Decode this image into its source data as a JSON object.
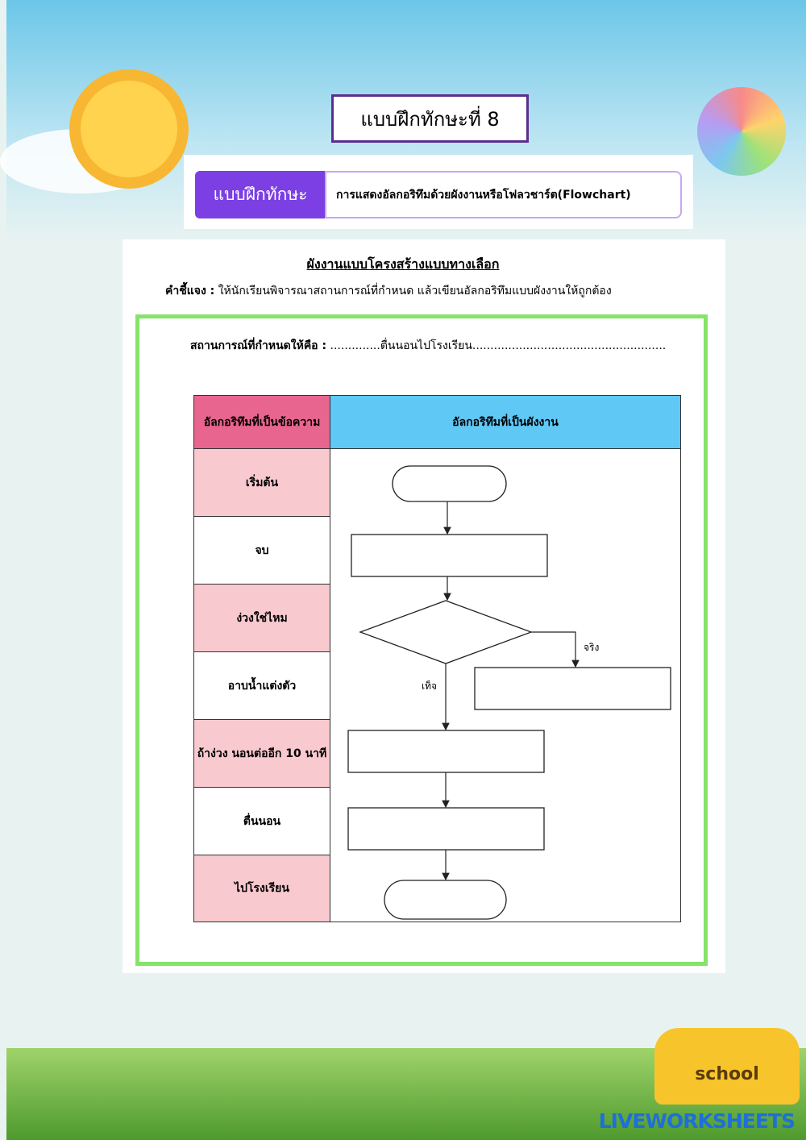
{
  "title": "แบบฝึกทักษะที่ 8",
  "banner": {
    "label": "แบบฝึกทักษะ",
    "text": "การแสดงอัลกอริทึมด้วยผังงานหรือโฟลวชาร์ต(Flowchart)"
  },
  "heading": "ผังงานแบบโครงสร้างแบบทางเลือก",
  "instruction": {
    "label": "คำชี้แจง :",
    "text": " ให้นักเรียนพิจารณาสถานการณ์ที่กำหนด  แล้วเขียนอัลกอริทึมแบบผังงานให้ถูกต้อง"
  },
  "situation": {
    "label": "สถานการณ์ที่กำหนดให้คือ :",
    "value": "..............ตื่นนอนไปโรงเรียน......................................................"
  },
  "table": {
    "col1": "อัลกอริทึมที่เป็นข้อความ",
    "col2": "อัลกอริทึมที่เป็นผังงาน",
    "rows": [
      "เริ่มต้น",
      "จบ",
      "ง่วงใช่ไหม",
      "อาบน้ำแต่งตัว",
      "ถ้าง่วง นอนต่ออีก 10 นาที",
      "ตื่นนอน",
      "ไปโรงเรียน"
    ]
  },
  "flow": {
    "true_label": "จริง",
    "false_label": "เท็จ"
  },
  "bus_label": "school",
  "logo": "LIVEWORKSHEETS"
}
